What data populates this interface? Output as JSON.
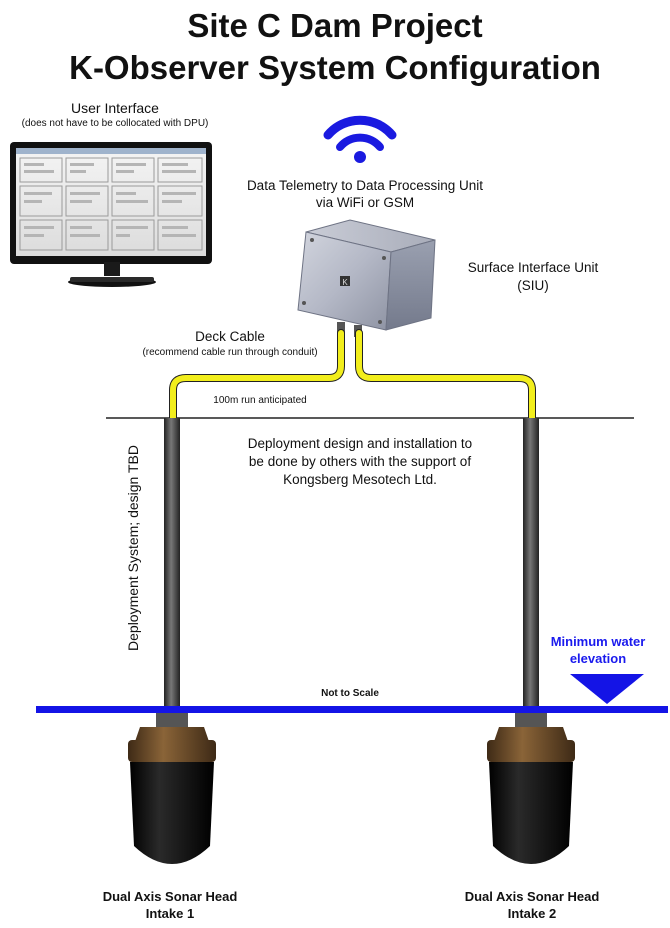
{
  "title": {
    "line1": "Site C Dam Project",
    "line2": "K-Observer System Configuration"
  },
  "user_interface": {
    "label": "User Interface",
    "note": "(does not have to be collocated with DPU)"
  },
  "telemetry": {
    "line1": "Data Telemetry to Data Processing Unit",
    "line2": "via WiFi or GSM"
  },
  "siu": {
    "line1": "Surface Interface Unit",
    "line2": "(SIU)",
    "logo_letter": "K"
  },
  "deck_cable": {
    "label": "Deck Cable",
    "note": "(recommend cable run through conduit)"
  },
  "run_note": "100m run anticipated",
  "deployment_note": {
    "line1": "Deployment design and installation to",
    "line2": "be done by others with the support of",
    "line3": "Kongsberg Mesotech Ltd."
  },
  "deployment_system": "Deployment System; design TBD",
  "water": {
    "label_line1": "Minimum water",
    "label_line2": "elevation",
    "scale_note": "Not to Scale"
  },
  "sonar_heads": [
    {
      "line1": "Dual Axis Sonar Head",
      "line2": "Intake 1"
    },
    {
      "line1": "Dual Axis Sonar Head",
      "line2": "Intake 2"
    }
  ],
  "colors": {
    "cable": "#f2ee1c",
    "water": "#1414e6",
    "wifi": "#1a1ae0",
    "label_blue": "#1a1aee",
    "pole": "#333333",
    "sonar_body": "#0c0c0c",
    "sonar_cap": "#6b4a2a"
  },
  "icons": [
    "wifi-icon",
    "monitor-icon",
    "siu-box-icon",
    "water-level-triangle-icon",
    "sonar-head-icon"
  ]
}
